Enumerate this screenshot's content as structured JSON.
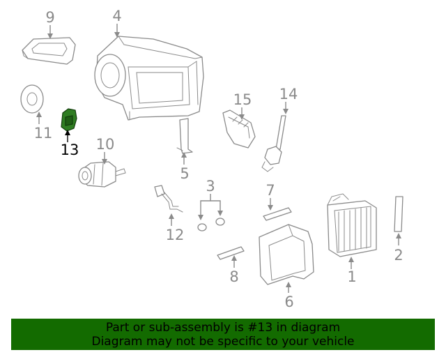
{
  "callouts": {
    "p1": "1",
    "p2": "2",
    "p3": "3",
    "p4": "4",
    "p5": "5",
    "p6": "6",
    "p7": "7",
    "p8": "8",
    "p9": "9",
    "p10": "10",
    "p11": "11",
    "p12": "12",
    "p13": "13",
    "p14": "14",
    "p15": "15"
  },
  "highlight_part": "13",
  "colors": {
    "line_art": "#8a8a8a",
    "highlight": "#2f7d22",
    "banner_bg": "#136b00",
    "banner_text": "#000000"
  },
  "banner": {
    "line1": "Part or sub-assembly is #13 in diagram",
    "line2": "Diagram may not be specific to your vehicle"
  }
}
